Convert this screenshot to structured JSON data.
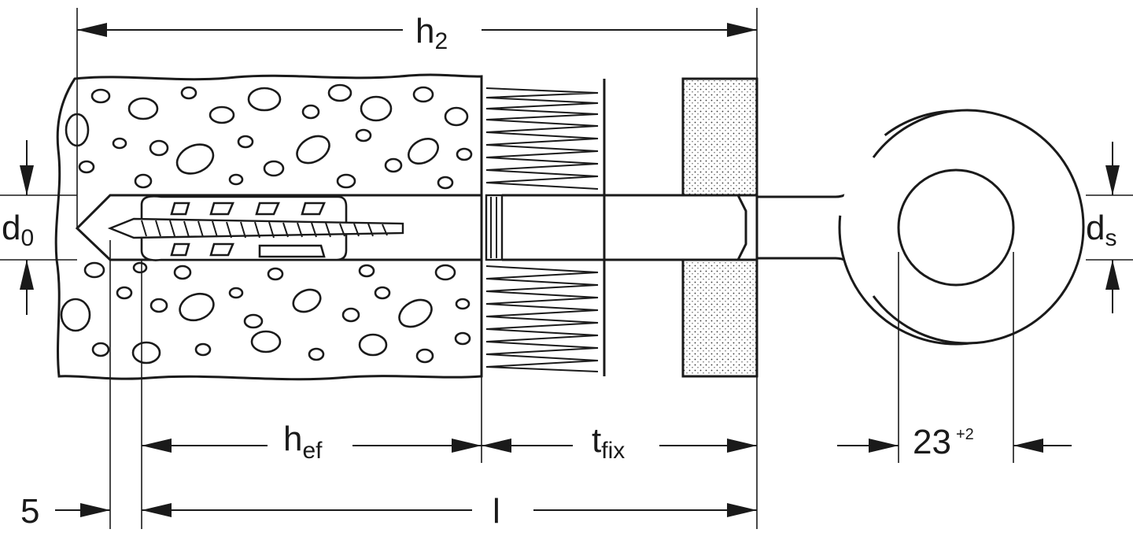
{
  "dimensions": {
    "h2": {
      "main": "h",
      "sub": "2"
    },
    "d0": {
      "main": "d",
      "sub": "0"
    },
    "ds": {
      "main": "d",
      "sub": "s"
    },
    "hef": {
      "main": "h",
      "sub": "ef"
    },
    "tfix": {
      "main": "t",
      "sub": "fix"
    },
    "eye": {
      "value": "23",
      "tolerance": "+2"
    },
    "offset": {
      "value": "5"
    },
    "length": {
      "value": "l"
    }
  },
  "colors": {
    "line": "#1a1a1a",
    "background": "#ffffff",
    "fill": "#ffffff"
  }
}
